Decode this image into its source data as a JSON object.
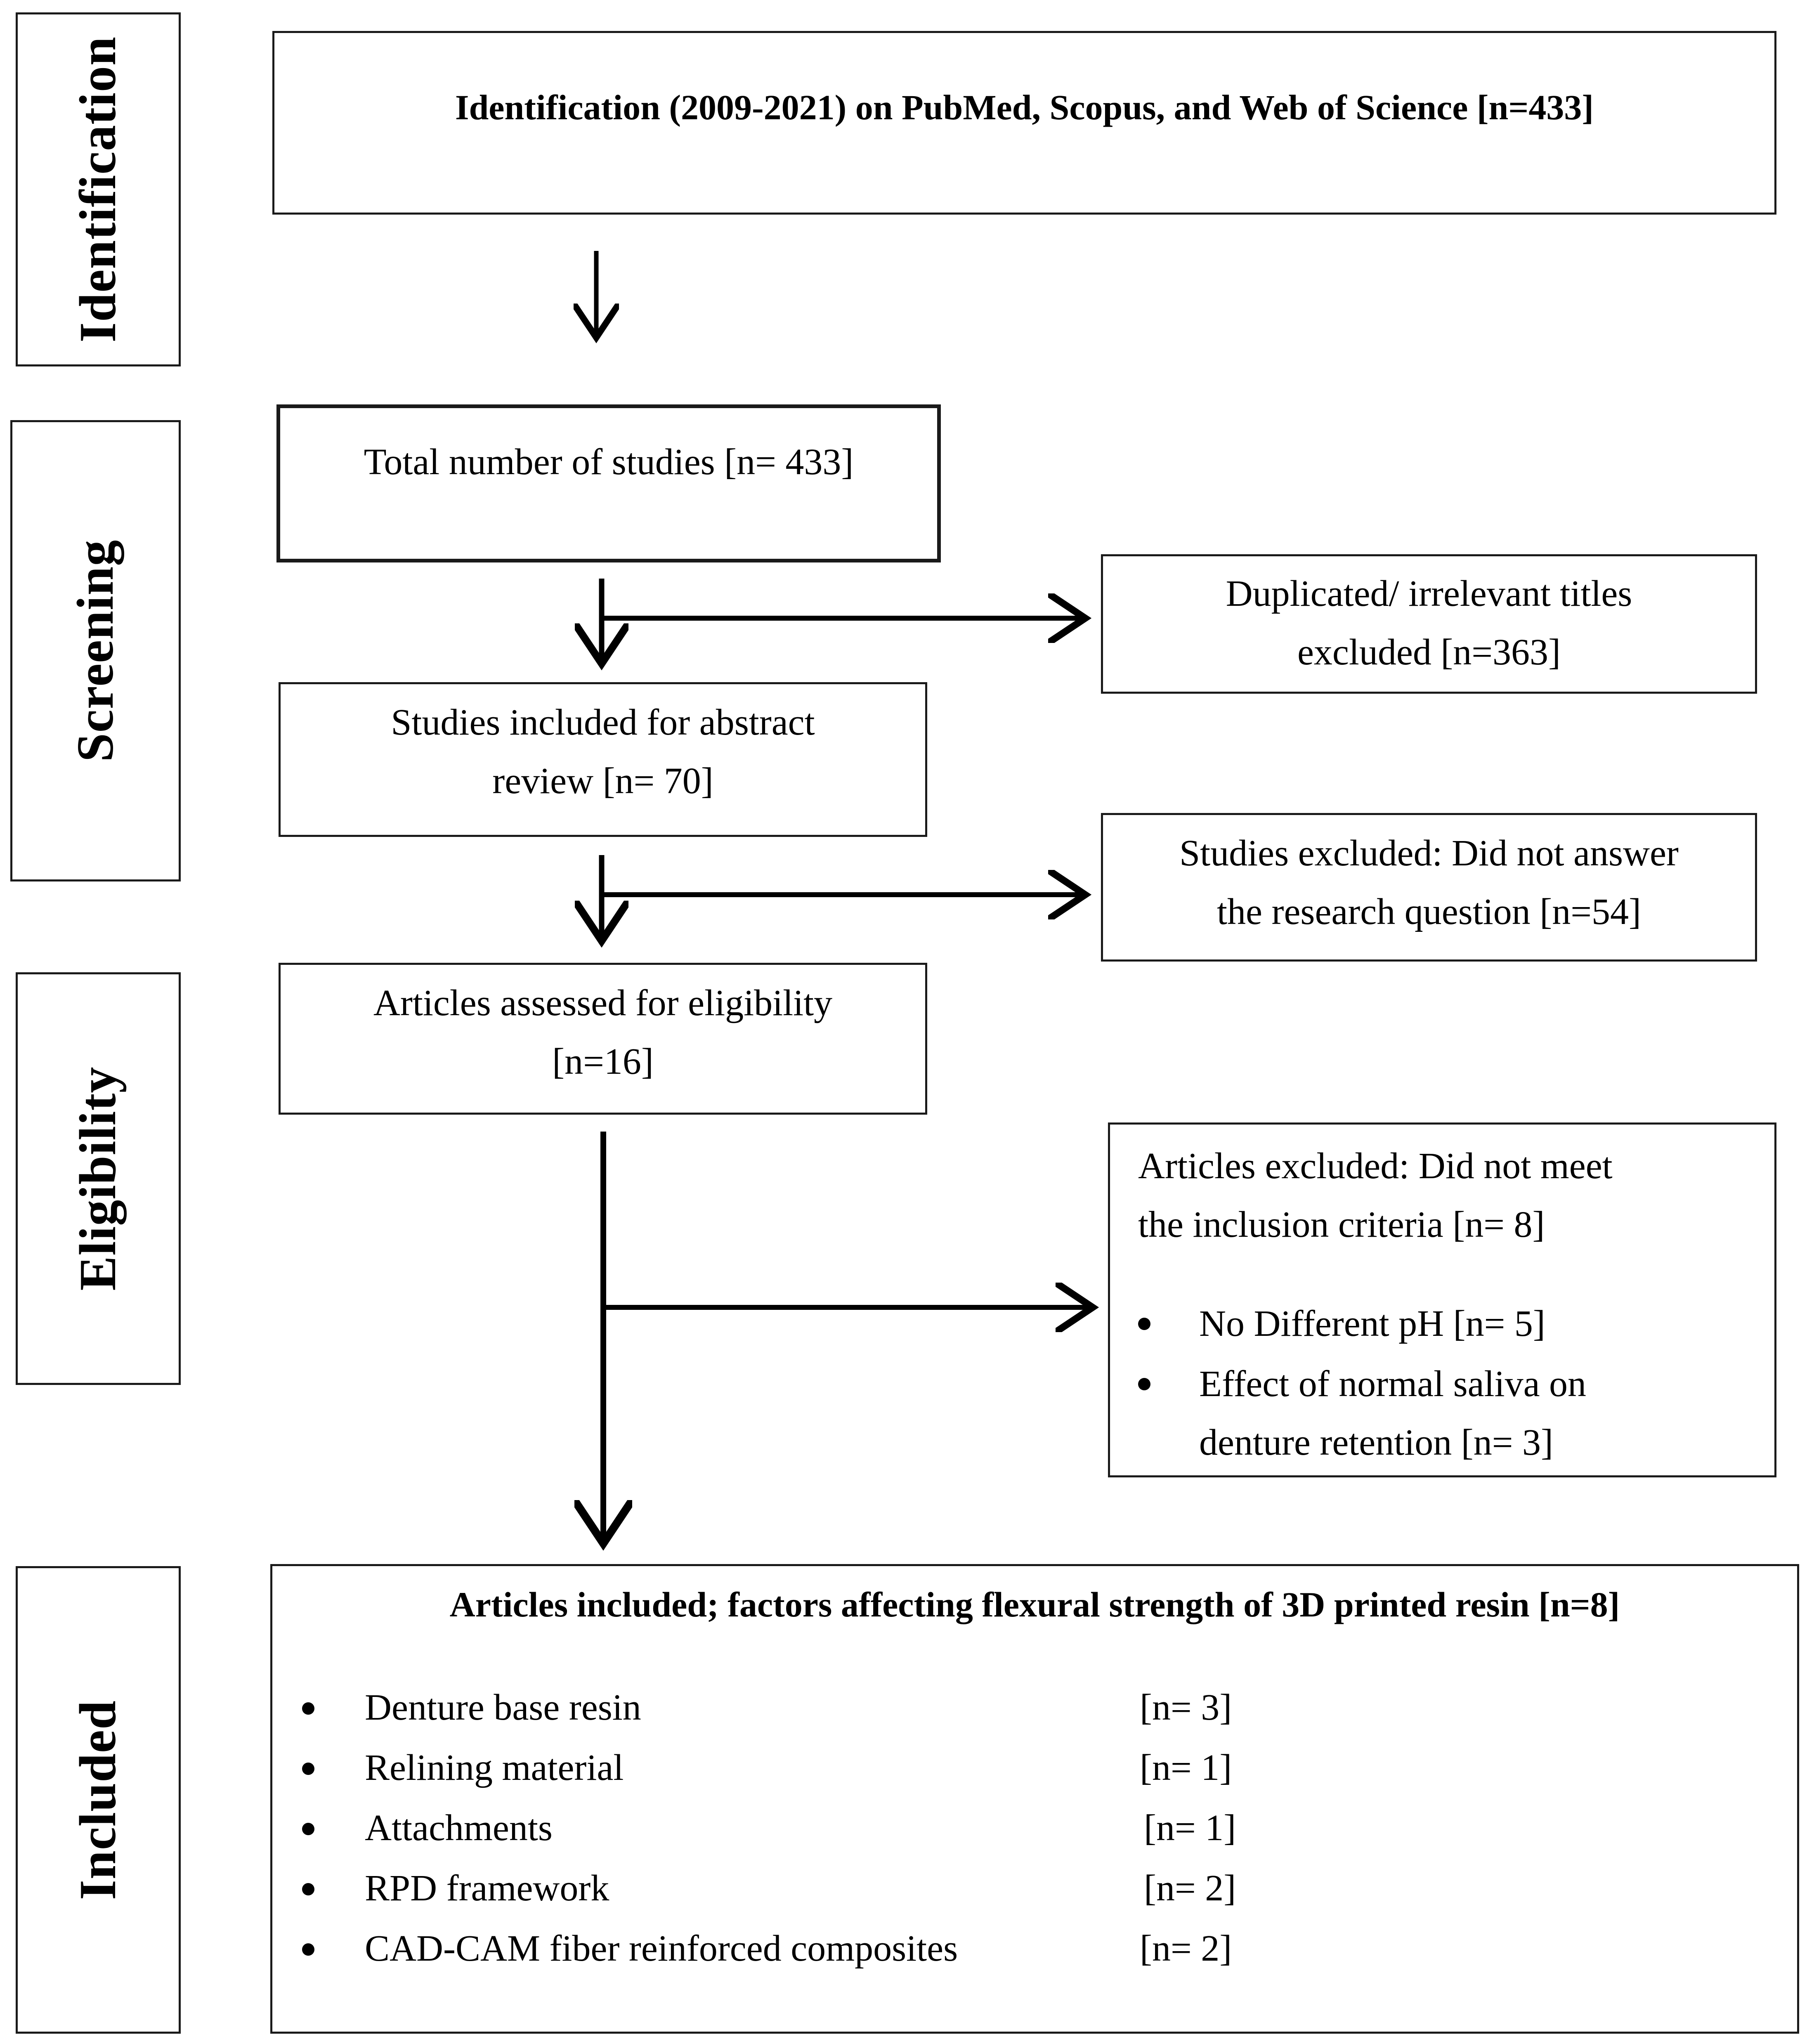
{
  "stages": {
    "identification": "Identification",
    "screening": "Screening",
    "eligibility": "Eligibility",
    "included": "Included"
  },
  "boxes": {
    "identification": "Identification (2009-2021) on PubMed, Scopus, and Web of Science [n=433]",
    "total_studies": "Total number of studies [n= 433]",
    "duplicated_line1": "Duplicated/ irrelevant titles",
    "duplicated_line2": "excluded [n=363]",
    "abstract_line1": "Studies included for abstract",
    "abstract_line2": "review [n= 70]",
    "excluded_rq_line1": "Studies excluded: Did not answer",
    "excluded_rq_line2": "the research question [n=54]",
    "eligibility_line1": "Articles assessed for eligibility",
    "eligibility_line2": "[n=16]",
    "excluded_criteria_line1": "Articles excluded: Did not meet",
    "excluded_criteria_line2": "the inclusion criteria [n= 8]",
    "excluded_criteria_items": [
      {
        "line1": "No Different pH [n= 5]",
        "line2": ""
      },
      {
        "line1": "Effect of normal saliva on",
        "line2": "denture retention [n= 3]"
      }
    ],
    "included_title": "Articles included; factors affecting flexural strength of 3D printed resin [n=8]",
    "included_items": [
      {
        "label": "Denture base resin",
        "count": "[n= 3]"
      },
      {
        "label": "Relining material",
        "count": "[n= 1]"
      },
      {
        "label": "Attachments",
        "count": "[n= 1]"
      },
      {
        "label": "RPD framework",
        "count": "[n= 2]"
      },
      {
        "label": "CAD-CAM fiber reinforced composites",
        "count": "[n= 2]"
      }
    ]
  }
}
